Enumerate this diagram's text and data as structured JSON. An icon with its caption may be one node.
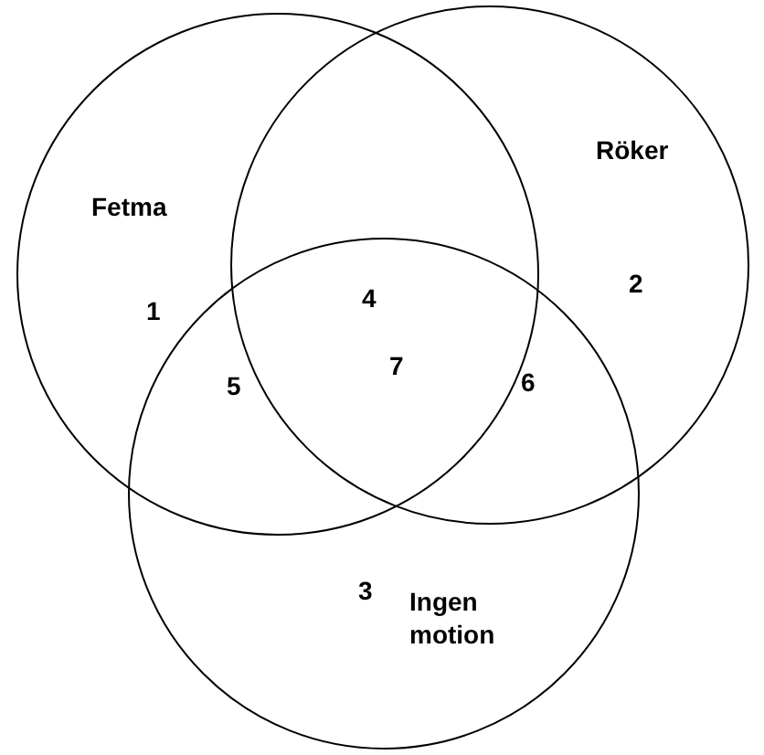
{
  "diagram": {
    "nodes": [
      {
        "text": [
          "Fetma"
        ]
      },
      {
        "text": [
          "Röker"
        ]
      },
      {
        "text": [
          "Ingen motion"
        ]
      }
    ],
    "labels": [
      "1",
      "4",
      "2",
      "5",
      "7",
      "6",
      "3"
    ]
  }
}
